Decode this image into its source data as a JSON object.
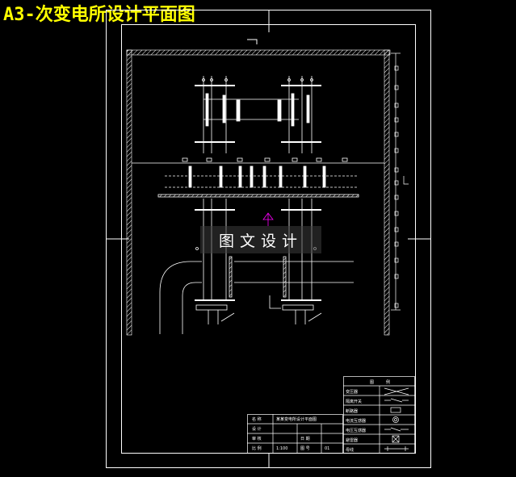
{
  "title": "A3-次变电所设计平面图",
  "watermark": "图文设计",
  "title_block": {
    "labels": [
      "名 称",
      "设 计",
      "审 核",
      "比 例",
      "图 号",
      "日 期"
    ],
    "drawing_name": "某某变电所设计平面图",
    "scale": "1:100",
    "sheet_no": "01"
  },
  "legend": {
    "header": [
      "图",
      "例"
    ],
    "rows": [
      {
        "label": "变压器",
        "symbol": "transformer-icon"
      },
      {
        "label": "隔离开关",
        "symbol": "disconnector-icon"
      },
      {
        "label": "断路器",
        "symbol": "breaker-icon"
      },
      {
        "label": "电流互感器",
        "symbol": "ct-icon"
      },
      {
        "label": "电压互感器",
        "symbol": "pt-icon"
      },
      {
        "label": "避雷器",
        "symbol": "arrester-icon"
      },
      {
        "label": "母线",
        "symbol": "busbar-icon"
      }
    ]
  },
  "colors": {
    "background": "#000000",
    "line": "#ffffff",
    "title": "#ffff00",
    "marker": "#ff00ff"
  }
}
